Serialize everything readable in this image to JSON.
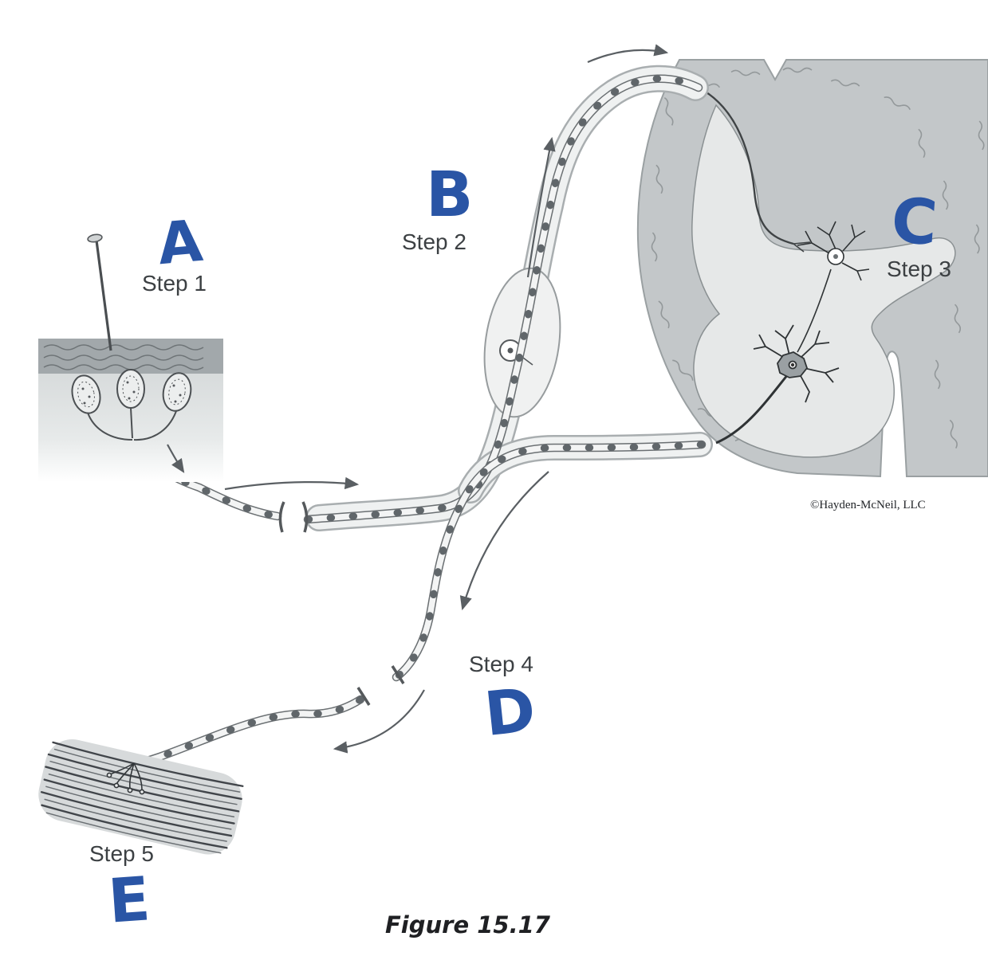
{
  "figure": {
    "caption": "Figure 15.17",
    "credit": "©Hayden-McNeil, LLC"
  },
  "annotations": [
    {
      "letter": "A",
      "step": "Step 1"
    },
    {
      "letter": "B",
      "step": "Step 2"
    },
    {
      "letter": "C",
      "step": "Step 3"
    },
    {
      "letter": "D",
      "step": "Step 4"
    },
    {
      "letter": "E",
      "step": "Step 5"
    }
  ],
  "colors": {
    "label_blue": "#2a55a5",
    "step_gray": "#3c4043",
    "caption_dark": "#1f2023",
    "white_matter": "#c3c7c9",
    "gray_matter_pale": "#e6e8e8"
  }
}
